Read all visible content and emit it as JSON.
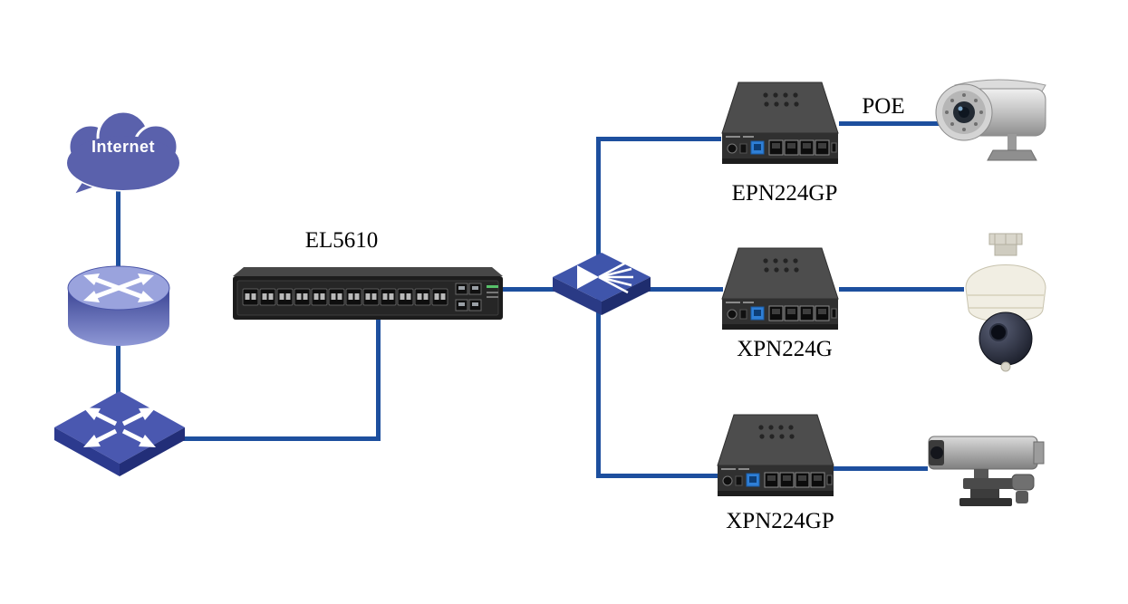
{
  "colors": {
    "line-color": "#1d4f9e",
    "label-color": "#000000",
    "cloud-fill": "#5a61ac",
    "device-blue": "#4a58b0",
    "device-dark": "#1c1c1c"
  },
  "nodes": {
    "internet": {
      "label": "Internet",
      "icon": "cloud-icon"
    },
    "router": {
      "icon": "router-cylinder-icon"
    },
    "lan_switch": {
      "icon": "lan-switch-diamond-icon"
    },
    "olt": {
      "label": "EL5610",
      "icon": "rack-olt-switch-icon"
    },
    "splitter": {
      "icon": "optical-splitter-icon"
    },
    "onu_top": {
      "label": "EPN224GP",
      "icon": "poe-onu-box-icon"
    },
    "onu_middle": {
      "label": "XPN224G",
      "icon": "poe-onu-box-icon"
    },
    "onu_bottom": {
      "label": "XPN224GP",
      "icon": "poe-onu-box-icon"
    },
    "camera_top": {
      "icon": "bullet-ir-camera-icon"
    },
    "camera_middle": {
      "icon": "speed-dome-camera-icon"
    },
    "camera_bottom": {
      "icon": "box-ptz-camera-icon"
    }
  },
  "links": {
    "poe": {
      "label": "POE"
    }
  }
}
